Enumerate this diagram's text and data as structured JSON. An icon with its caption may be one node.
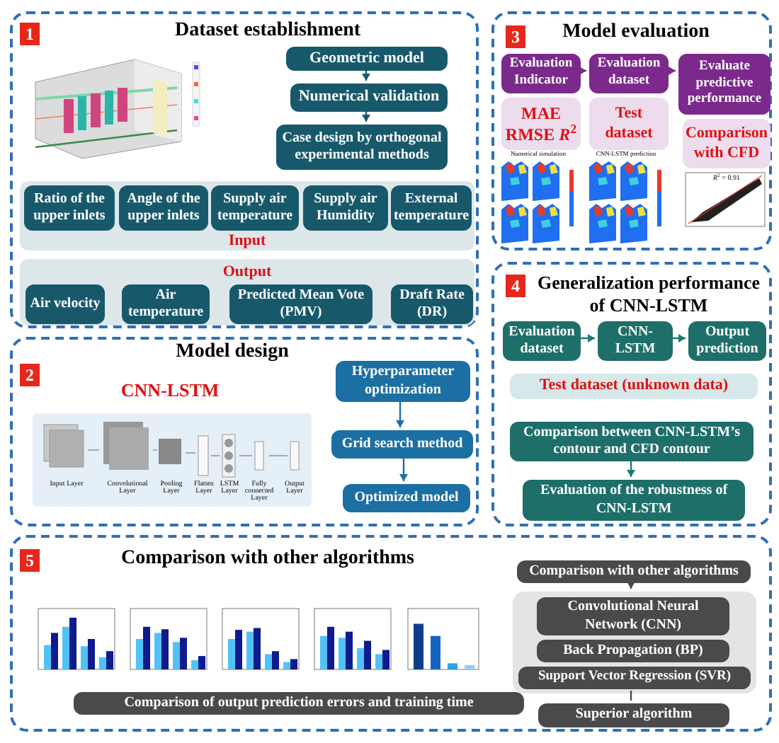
{
  "diagram": {
    "nodes": [
      {
        "text": [
          "Dataset establishment"
        ]
      },
      {
        "text": [
          "1"
        ],
        "in": 0
      },
      {
        "text": [
          "Geometric model"
        ],
        "in": 0
      },
      {
        "text": [
          "Numerical validation"
        ],
        "in": 0
      },
      {
        "text": [
          "Case design by orthogonal experimental methods"
        ],
        "in": 0
      },
      {
        "text": [
          "Input"
        ],
        "in": 0
      },
      {
        "text": [
          "Ratio of the upper inlets"
        ],
        "in": 5
      },
      {
        "text": [
          "Angle of the upper inlets"
        ],
        "in": 5
      },
      {
        "text": [
          "Supply air temperature"
        ],
        "in": 5
      },
      {
        "text": [
          "Supply air Humidity"
        ],
        "in": 5
      },
      {
        "text": [
          "External temperature"
        ],
        "in": 5
      },
      {
        "text": [
          "Output"
        ],
        "in": 0
      },
      {
        "text": [
          "Air velocity"
        ],
        "in": 11
      },
      {
        "text": [
          "Air temperature"
        ],
        "in": 11
      },
      {
        "text": [
          "Predicted Mean Vote (PMV)"
        ],
        "in": 11
      },
      {
        "text": [
          "Draft Rate (DR)"
        ],
        "in": 11
      },
      {
        "text": [
          "Model design"
        ]
      },
      {
        "text": [
          "2"
        ],
        "in": 16
      },
      {
        "text": [
          "Hyperparameter optimization"
        ],
        "in": 16
      },
      {
        "text": [
          "Grid search method"
        ],
        "in": 16
      },
      {
        "text": [
          "Optimized model"
        ],
        "in": 16
      },
      {
        "text": [
          "Model evaluation"
        ]
      },
      {
        "text": [
          "3"
        ],
        "in": 21
      },
      {
        "text": [
          "Evaluation Indicator"
        ],
        "in": 21
      },
      {
        "text": [
          "Evaluation dataset"
        ],
        "in": 21
      },
      {
        "text": [
          "Evaluate predictive performance"
        ],
        "in": 21
      },
      {
        "text": [
          "MAE RMSE *R*$^{2}$"
        ],
        "in": 21
      },
      {
        "text": [
          "Test dataset"
        ],
        "in": 21
      },
      {
        "text": [
          "Comparison with CFD"
        ],
        "in": 21
      },
      {
        "text": [
          "Generalization performance of CNN-LSTM"
        ]
      },
      {
        "text": [
          "4"
        ],
        "in": 29
      },
      {
        "text": [
          "Evaluation dataset"
        ],
        "in": 29
      },
      {
        "text": [
          "CNN-LSTM"
        ],
        "in": 29
      },
      {
        "text": [
          "Output prediction"
        ],
        "in": 29
      },
      {
        "text": [
          "Test dataset (unknown data)"
        ],
        "in": 29
      },
      {
        "text": [
          "Comparison between CNN-LSTM’s contour and CFD contour"
        ],
        "in": 29
      },
      {
        "text": [
          "Evaluation of the robustness of CNN-LSTM"
        ],
        "in": 29
      },
      {
        "text": [
          "Comparison with other algorithms"
        ]
      },
      {
        "text": [
          "5"
        ],
        "in": 37
      },
      {
        "text": [
          "Comparison of output prediction errors and training time"
        ],
        "in": 37
      },
      {
        "text": [
          "Comparison with other algorithms"
        ],
        "in": 37
      },
      {
        "text": [],
        "shape": "box",
        "in": 37
      },
      {
        "text": [
          "Convolutional Neural Network (CNN)"
        ],
        "in": 41
      },
      {
        "text": [
          "Back Propagation (BP)"
        ],
        "in": 41
      },
      {
        "text": [
          "Support Vector Regression (SVR)"
        ],
        "in": 41
      },
      {
        "text": [
          "Superior algorithm"
        ],
        "in": 37
      }
    ],
    "edges": [
      {
        "from": 2,
        "to": 3,
        "arrow": "to"
      },
      {
        "from": 3,
        "to": 4,
        "arrow": "to"
      },
      {
        "from": 18,
        "to": 19,
        "arrow": "to",
        "color": "#1b6fa3"
      },
      {
        "from": 19,
        "to": 20,
        "arrow": "to",
        "color": "#1b6fa3"
      },
      {
        "from": 23,
        "to": 24,
        "arrow": "to",
        "color": "#7b2a8c"
      },
      {
        "from": 24,
        "to": 25,
        "arrow": "to",
        "color": "#7b2a8c"
      },
      {
        "from": 31,
        "to": 32,
        "arrow": "to",
        "color": "#1e7a72"
      },
      {
        "from": 32,
        "to": 33,
        "arrow": "to",
        "color": "#1e7a72"
      },
      {
        "from": 35,
        "to": 36,
        "arrow": "to",
        "color": "#1e7a72"
      },
      {
        "from": 40,
        "to": 41,
        "arrow": "to",
        "color": "#4a4a4a"
      },
      {
        "from": 41,
        "to": 45,
        "arrow": "none",
        "color": "#4a4a4a"
      }
    ],
    "labels": [
      "CNN-LSTM",
      "Input Layer",
      "Convolutional Layer",
      "Pooling Layer",
      "Flatten Layer",
      "LSTM Layer",
      "Fully connected Layer",
      "Output Layer",
      "Numerical simulation",
      "CNN-LSTM prediction",
      "*R*$^{2}$ = 0.91"
    ]
  }
}
